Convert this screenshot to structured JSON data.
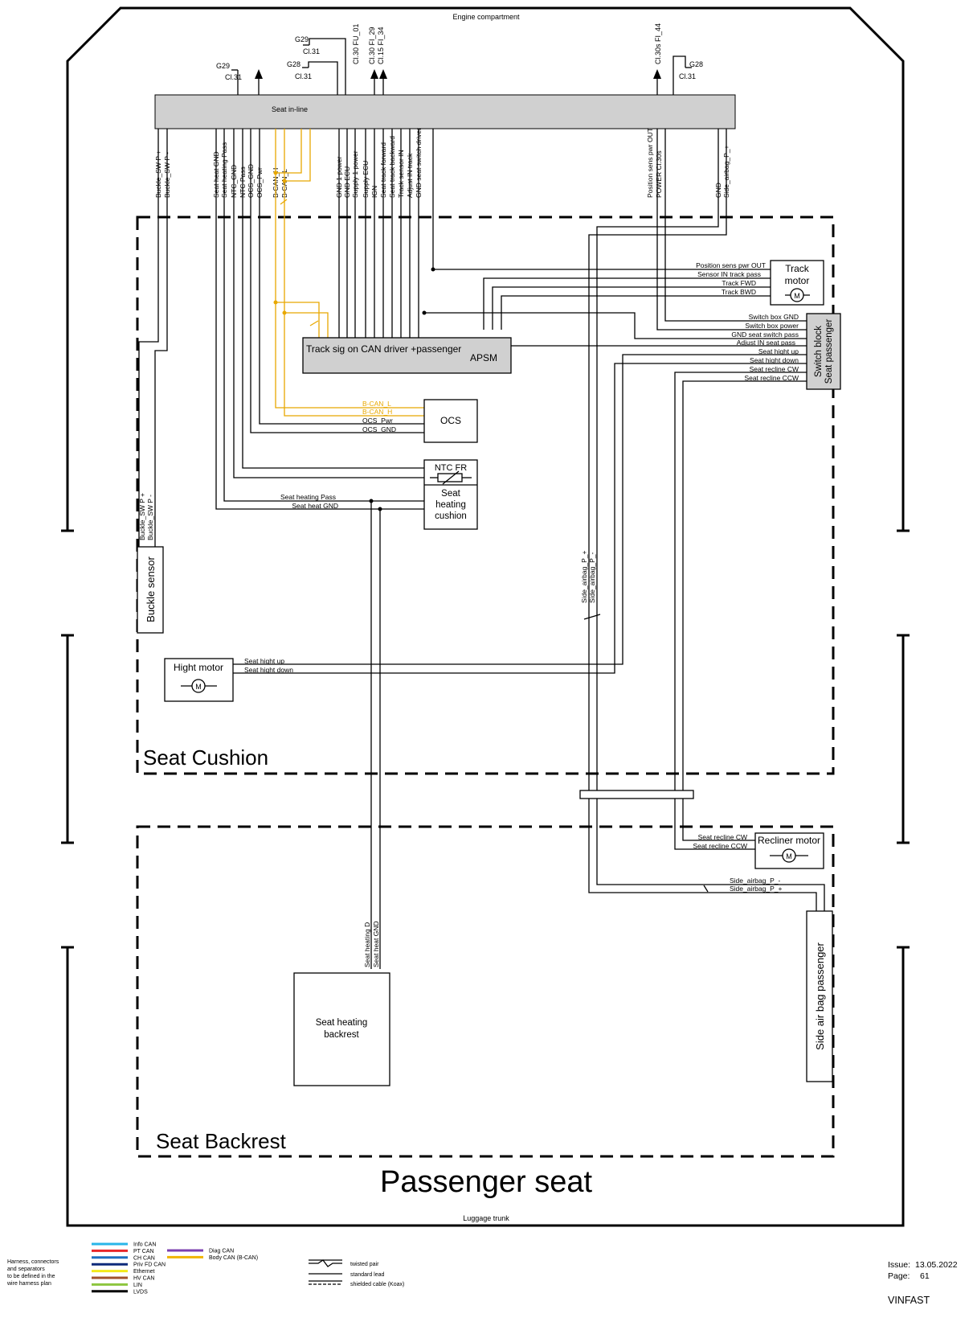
{
  "frame": {
    "top_label": "Engine compartment",
    "bottom_label": "Luggage trunk",
    "title": "Passenger seat"
  },
  "grounds": {
    "g29_left": {
      "id": "G29",
      "cl": "Cl.31"
    },
    "g29_mid": {
      "id": "G29",
      "cl": "Cl.31"
    },
    "g28_mid": {
      "id": "G28",
      "cl": "Cl.31"
    },
    "g28_right": {
      "id": "G28",
      "cl": "Cl.31"
    }
  },
  "supply_labels": [
    "Cl.30 FU_01",
    "Cl.30 FI_29",
    "Cl.15 FI_34",
    "Cl.30s FI_44"
  ],
  "connector": {
    "name": "Seat in-line",
    "pins": [
      "Buckle_SW P +",
      "Buckle_SW P -",
      "Seat heat GND",
      "Seat heating Pass",
      "NTC_GND",
      "NTC Pass",
      "OCS_GND",
      "OCS_Pwr",
      "B-CAN_H",
      "B-CAN_L",
      "GND 1 power",
      "GND ECU",
      "Supply 1 power",
      "Supply ECU",
      "IGN",
      "Seat track forward",
      "Seat track backward",
      "Track sensor IN",
      "Adjust IN track",
      "GND seat switch driver",
      "Position sens pwr OUT",
      "POWER Cl.30s",
      "GND",
      "Side_airbag_P_+",
      "Side_airbag_P_-"
    ]
  },
  "areas": {
    "cushion": "Seat Cushion",
    "backrest": "Seat Backrest"
  },
  "components": {
    "track_motor": "Track motor",
    "apsm_desc": "Track sig on CAN driver +passenger",
    "apsm": "APSM",
    "switch_block": "Switch block Seat passenger",
    "ocs": "OCS",
    "ntc": "NTC FR",
    "seat_heating_cushion": "Seat heating cushion",
    "buckle_sensor": "Buckle sensor",
    "hight_motor": "Hight motor",
    "recliner_motor": "Recliner motor",
    "seat_heating_backrest": "Seat heating backrest",
    "side_airbag": "Side air bag passenger",
    "motor_symbol": "M"
  },
  "wire_labels": {
    "track_motor": [
      "Position sens pwr OUT",
      "Sensor IN track pass",
      "Track FWD",
      "Track BWD"
    ],
    "switch_block": [
      "Switch box GND",
      "Switch box power",
      "GND seat switch pass",
      "Adjust IN seat pass",
      "Seat hight up",
      "Seat hight down",
      "Seat recline CW",
      "Seat recline CCW"
    ],
    "ocs": [
      "B-CAN_L",
      "B-CAN_H",
      "OCS_Pwr",
      "OCS_GND"
    ],
    "heating": [
      "Seat heating Pass",
      "Seat heat GND"
    ],
    "buckle": [
      "Buckle_SW P +",
      "Buckle_SW P -"
    ],
    "hight_motor": [
      "Seat hight up",
      "Seat hight down"
    ],
    "airbag_vertical": [
      "Side_airbag_P_+",
      "Side_airbag_P_-"
    ],
    "recliner": [
      "Seat recline CW",
      "Seat recline CCW"
    ],
    "airbag_horizontal": [
      "Side_airbag_P_-",
      "Side_airbag_P_+"
    ],
    "backrest_heating": [
      "Seat heating D",
      "Seat heat GND"
    ]
  },
  "legend": {
    "note": [
      "Harness, connectors",
      "and separators",
      "to be defined in the",
      "wire harness plan"
    ],
    "buses": [
      {
        "label": "Info CAN",
        "color": "#29b6e8"
      },
      {
        "label": "PT CAN",
        "color": "#e8262a"
      },
      {
        "label": "CH CAN",
        "color": "#1e6fc0"
      },
      {
        "label": "Priv FD CAN",
        "color": "#0d2a7a"
      },
      {
        "label": "Ethernet",
        "color": "#f2ea1a"
      },
      {
        "label": "HV CAN",
        "color": "#a0522d"
      },
      {
        "label": "LIN",
        "color": "#8dc63f"
      },
      {
        "label": "LVDS",
        "color": "#000000"
      }
    ],
    "buses2": [
      {
        "label": "Diag CAN",
        "color": "#7b3fb0"
      },
      {
        "label": "Body CAN (B-CAN)",
        "color": "#f0b400"
      }
    ],
    "lines": [
      "twisted pair",
      "standard lead",
      "shielded cable (Koax)"
    ]
  },
  "footer": {
    "issue_label": "Issue:",
    "issue_date": "13.05.2022",
    "page_label": "Page:",
    "page_number": "61",
    "brand": "VINFAST",
    "brand_color": "#e8262a"
  }
}
